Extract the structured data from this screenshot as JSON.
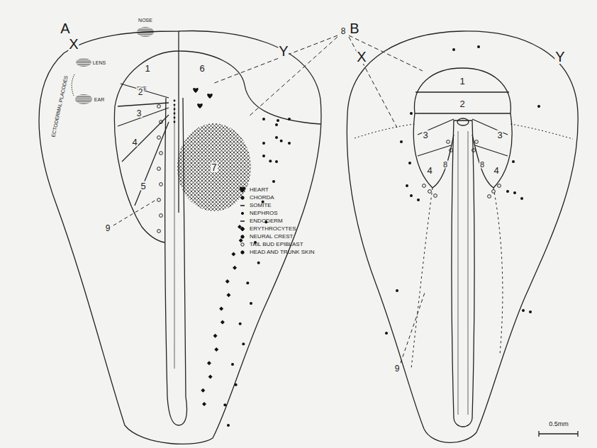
{
  "diagram": {
    "labels": [
      "A",
      "X",
      "Y",
      "NOSE",
      "LENS",
      "EYE",
      "EAR",
      "ECTODERMAL PLACODES",
      "1",
      "6",
      "2",
      "3",
      "4",
      "5",
      "7",
      "9",
      "8",
      "B",
      "X",
      "Y",
      "1",
      "2",
      "3",
      "3",
      "4",
      "4",
      "8",
      "8",
      "9",
      "0.5mm"
    ],
    "legend": [
      {
        "text": "HEART"
      },
      {
        "text": "CHORDA"
      },
      {
        "text": "SOMITE"
      },
      {
        "text": "NEPHROS"
      },
      {
        "text": "ENDODERM"
      },
      {
        "text": "ERYTHROCYTES"
      },
      {
        "text": "NEURAL CREST"
      },
      {
        "text": "TAIL BUD EPIBLAST"
      },
      {
        "text": "HEAD AND TRUNK SKIN"
      }
    ]
  }
}
